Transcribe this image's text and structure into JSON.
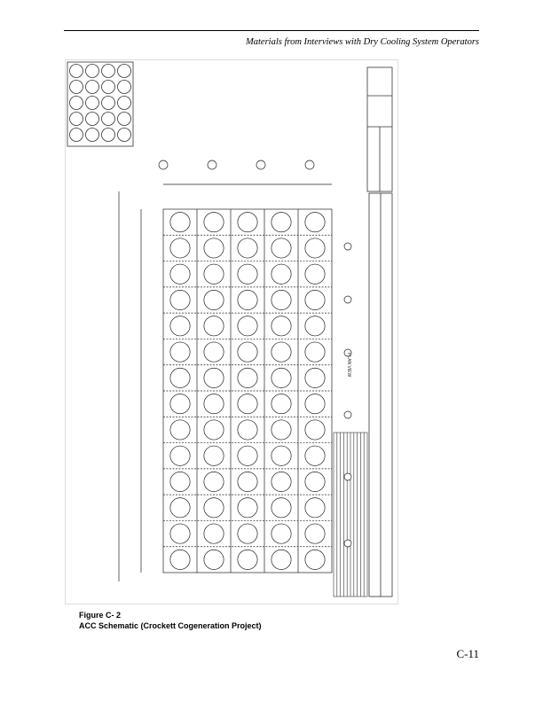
{
  "header": {
    "running_title": "Materials from Interviews with Dry Cooling System Operators"
  },
  "figure": {
    "label": "Figure C- 2",
    "title": "ACC Schematic (Crockett Cogeneration Project)",
    "drawing_label": "PLAN VIEW"
  },
  "footer": {
    "page_number": "C-11"
  }
}
